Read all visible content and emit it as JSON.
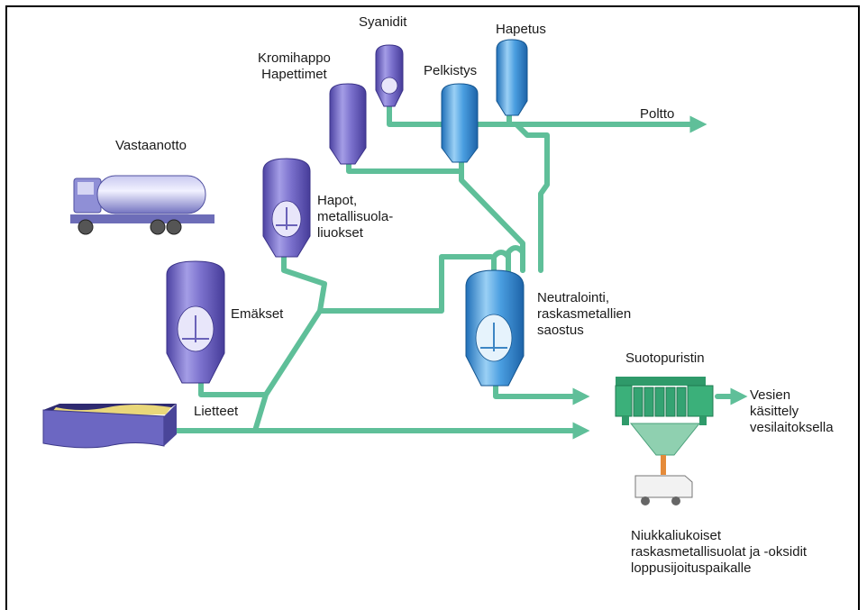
{
  "labels": {
    "vastaanotto": "Vastaanotto",
    "syanidit": "Syanidit",
    "hapetus": "Hapetus",
    "kromihappo": "Kromihappo\nHapettimet",
    "pelkistys": "Pelkistys",
    "poltto": "Poltto",
    "hapot": "Hapot,\nmetallisuola-\nliuokset",
    "emakset": "Emäkset",
    "lietteet": "Lietteet",
    "neutralointi": "Neutralointi,\nraskasmetallien\nsaostus",
    "suotopuristin": "Suotopuristin",
    "vesien": "Vesien\nkäsittely\nvesilaitoksella",
    "niukka": "Niukkaliukoiset\nraskasmetallisuolat ja -oksidit\nloppusijoituspaikalle"
  },
  "colors": {
    "pipe": "#5fbf99",
    "pipe_dark": "#3f9a78",
    "tank_purple": "#7d73c9",
    "tank_blue": "#4a9ee0",
    "truck": "#8f8fd6",
    "press": "#3bb07a",
    "hopper": "#8fd0b0",
    "sludge": "#6c67c2"
  }
}
